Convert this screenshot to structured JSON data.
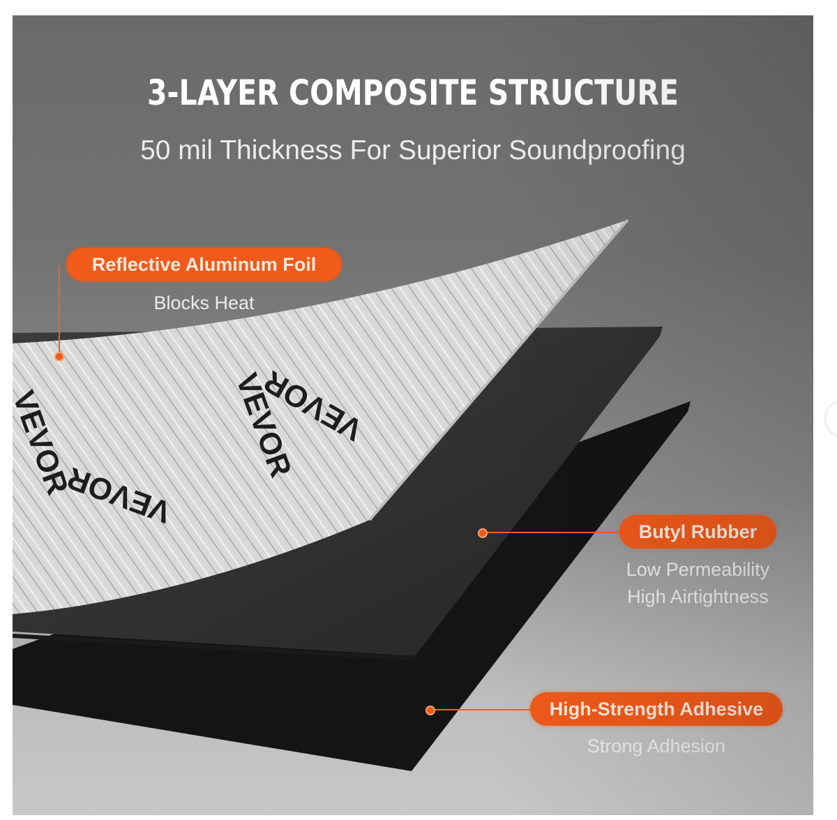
{
  "image": {
    "title": "3-LAYER COMPOSITE STRUCTURE",
    "subtitle": "50 mil Thickness For Superior Soundproofing",
    "brand_logo": "VEVOR",
    "layers": [
      {
        "label": "Reflective Aluminum Foil",
        "description": [
          "Blocks Heat"
        ]
      },
      {
        "label": "Butyl Rubber",
        "description": [
          "Low Permeability",
          "High Airtightness"
        ]
      },
      {
        "label": "High-Strength Adhesive",
        "description": [
          "Strong Adhesion"
        ]
      }
    ],
    "colors": {
      "accent": "#f05a1a",
      "background": "#7a7a7a",
      "foil": "#d6d6d6",
      "rubber": "#2f2f2f",
      "adhesive": "#151515"
    }
  },
  "carousel": {
    "next_icon": "chevron-right-icon"
  }
}
